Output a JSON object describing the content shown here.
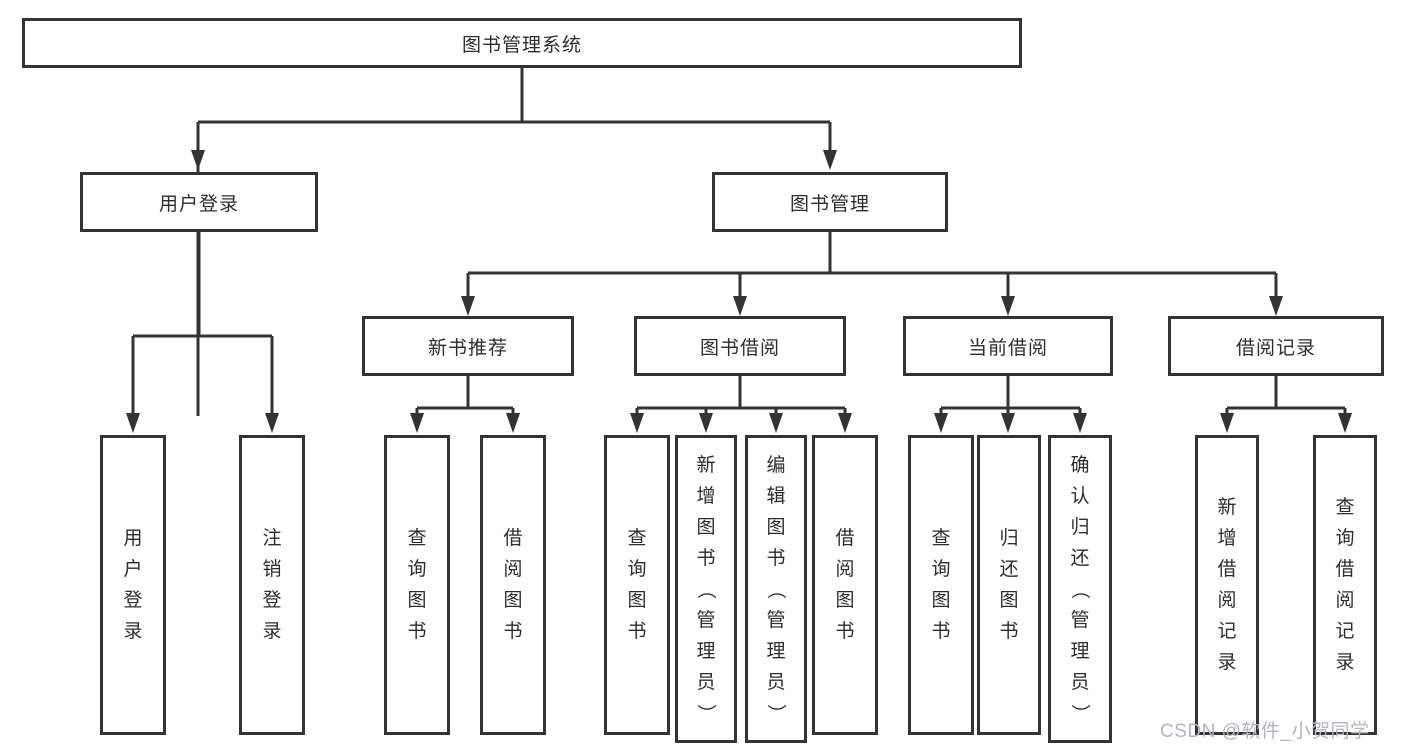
{
  "tree": {
    "label": "图书管理系统",
    "children": [
      {
        "label": "用户登录",
        "children": [
          {
            "label": "用户登录"
          },
          {
            "label": "注销登录"
          }
        ]
      },
      {
        "label": "图书管理",
        "children": [
          {
            "label": "新书推荐",
            "children": [
              {
                "label": "查询图书"
              },
              {
                "label": "借阅图书"
              }
            ]
          },
          {
            "label": "图书借阅",
            "children": [
              {
                "label": "查询图书"
              },
              {
                "label": "新增图书（管理员）"
              },
              {
                "label": "编辑图书（管理员）"
              },
              {
                "label": "借阅图书"
              }
            ]
          },
          {
            "label": "当前借阅",
            "children": [
              {
                "label": "查询图书"
              },
              {
                "label": "归还图书"
              },
              {
                "label": "确认归还（管理员）"
              }
            ]
          },
          {
            "label": "借阅记录",
            "children": [
              {
                "label": "新增借阅记录"
              },
              {
                "label": "查询借阅记录"
              }
            ]
          }
        ]
      }
    ]
  },
  "watermark": {
    "text": "CSDN @软件_小贺同学"
  },
  "colors": {
    "line": "#333333",
    "box_border": "#333333",
    "text": "#2d2d2d",
    "watermark": "#b2b5bb",
    "background": "#ffffff"
  }
}
